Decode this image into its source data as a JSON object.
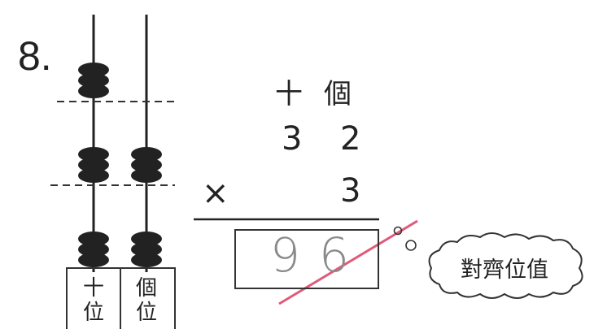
{
  "question": {
    "number": "8."
  },
  "columns": {
    "tens_header": "十",
    "ones_header": "個"
  },
  "problem": {
    "multiplicand": [
      "3",
      "2"
    ],
    "operator": "×",
    "multiplier": "3",
    "answer": [
      "9",
      "6"
    ]
  },
  "abacus": {
    "tens_label": [
      "十",
      "位"
    ],
    "ones_label": [
      "個",
      "位"
    ],
    "tens_beads": 9,
    "ones_beads": 6
  },
  "feedback": {
    "bubble_text": "對齊位值"
  },
  "colors": {
    "ink": "#222222",
    "correction": "#e05a7a",
    "pencil": "#8a8a8a"
  }
}
